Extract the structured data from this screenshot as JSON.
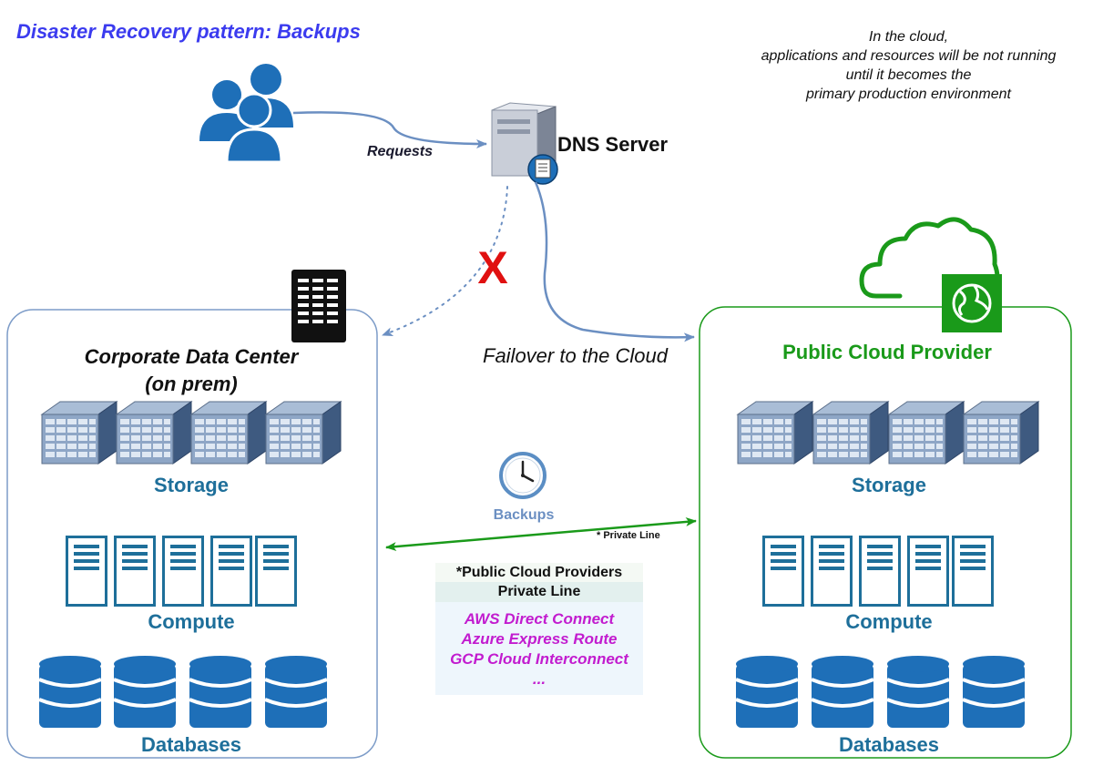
{
  "title": "Disaster Recovery pattern: Backups",
  "note": {
    "lines": [
      "In the cloud,",
      "applications and resources will be not running",
      "until it becomes the",
      "primary production environment"
    ]
  },
  "labels": {
    "requests": "Requests",
    "dns_server": "DNS Server",
    "failover": "Failover to the Cloud",
    "backups": "Backups",
    "private_line_note": "* Private Line",
    "failed_mark": "X"
  },
  "data_center": {
    "title_line1": "Corporate Data Center",
    "title_line2": "(on prem)",
    "storage": "Storage",
    "compute": "Compute",
    "databases": "Databases"
  },
  "cloud": {
    "title": "Public Cloud Provider",
    "storage": "Storage",
    "compute": "Compute",
    "databases": "Databases"
  },
  "private_line_box": {
    "heading_line1": "*Public Cloud Providers",
    "heading_line2": "Private Line",
    "items": [
      "AWS Direct Connect",
      "Azure Express Route",
      "GCP Cloud Interconnect",
      "..."
    ]
  },
  "colors": {
    "title": "#3b3bef",
    "flow_line": "#6b8fc2",
    "backup_line": "#1a9a1a",
    "cloud_accent": "#1a9a1a",
    "section_label": "#1e6f9a",
    "provider_text": "#c21ccf",
    "failed_mark": "#e01010"
  }
}
